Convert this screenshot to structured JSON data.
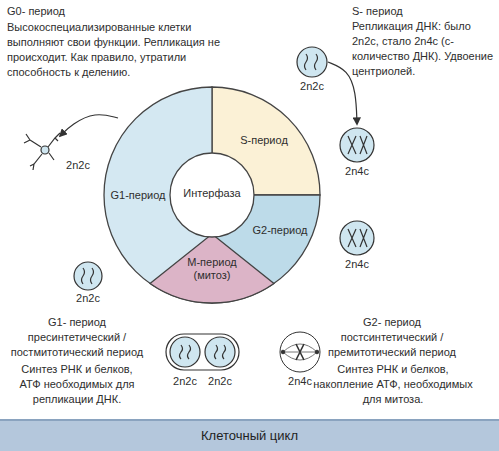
{
  "diagram": {
    "title": "Клеточный цикл",
    "nodes": [
      {
        "text": [
          "G1-период"
        ]
      },
      {
        "text": [
          "Интерфаза"
        ]
      },
      {
        "text": [
          "S-период"
        ]
      },
      {
        "text": [
          "G2-период"
        ]
      },
      {
        "text": [
          "M-период (митоз)"
        ]
      }
    ],
    "labels": [
      "G0- период",
      "Высокоспециализированные клетки выполняют свои функции. Репликация не происходит. Как правило, утратили способность к делению.",
      "2n2c",
      "S- период",
      "Репликация ДНК: было 2n2c, стало 2n4c (с- количество ДНК). Удвоение центриолей.",
      "2n2c",
      "2n4c",
      "2n4c",
      "2n2c",
      "G1- период пресинтетический / постмитотический период",
      "Синтез РНК и белков, АТФ необходимых для репликации ДНК.",
      "2n2c",
      "2n2c",
      "2n4c",
      "G2- период постсинтетический / премитотический период",
      "Синтез РНК и белков, накопление АТФ, необходимых для митоза."
    ]
  }
}
